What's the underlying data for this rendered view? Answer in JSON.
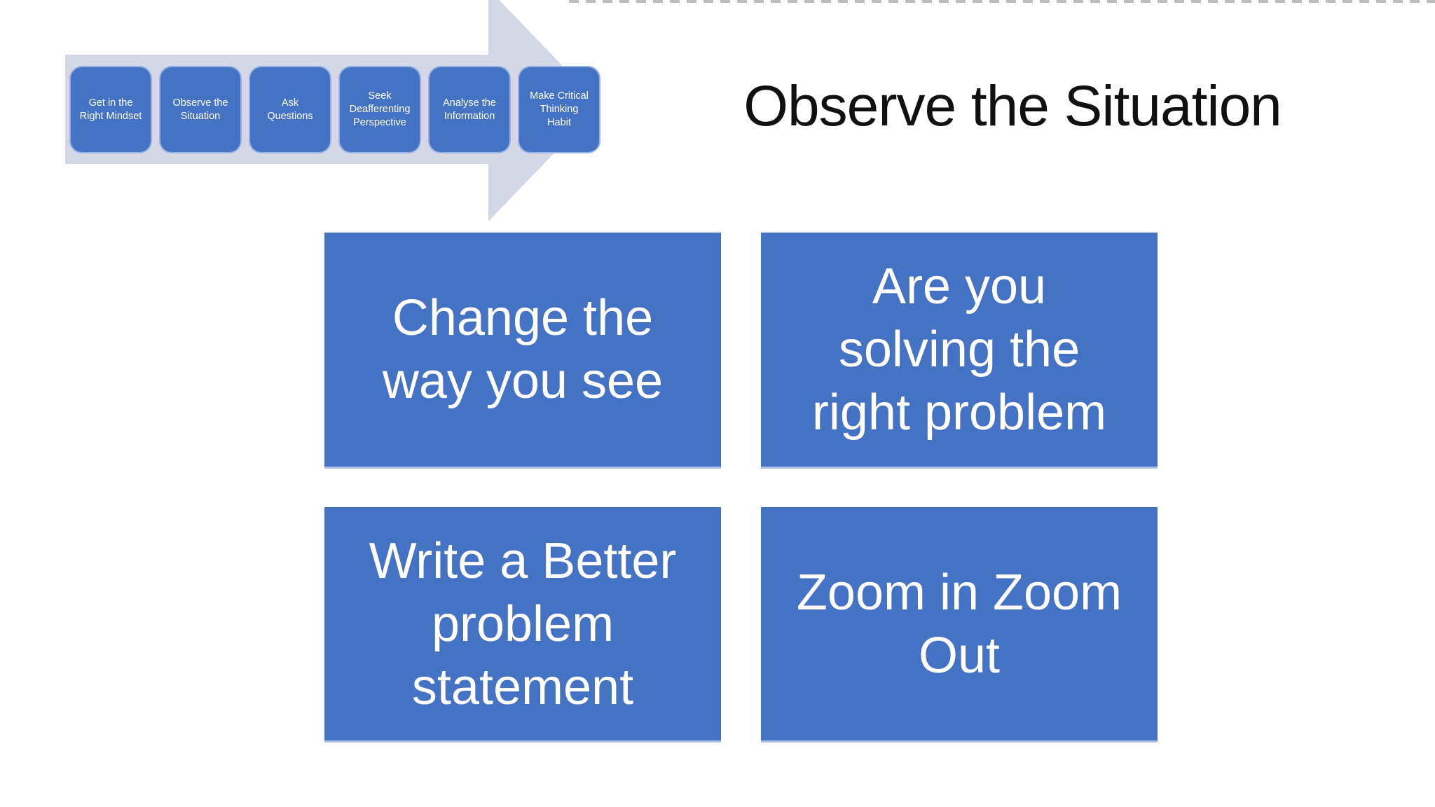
{
  "title": "Observe the Situation",
  "process": {
    "steps": [
      {
        "label": "Get in the Right Mindset",
        "lines": [
          "Get in the",
          "Right Mindset"
        ]
      },
      {
        "label": "Observe the Situation",
        "lines": [
          "Observe the",
          "Situation"
        ]
      },
      {
        "label": "Ask Questions",
        "lines": [
          "Ask",
          "Questions"
        ]
      },
      {
        "label": "Seek Deafferenting Perspective",
        "lines": [
          "Seek",
          "Deafferenting",
          "Perspective"
        ]
      },
      {
        "label": "Analyse the Information",
        "lines": [
          "Analyse the",
          "Information"
        ]
      },
      {
        "label": "Make Critical Thinking Habit",
        "lines": [
          "Make Critical",
          "Thinking",
          "Habit"
        ]
      }
    ]
  },
  "cards": [
    {
      "label": "Change the way you see",
      "lines": [
        "Change the",
        "way you see"
      ]
    },
    {
      "label": "Are you solving the right problem",
      "lines": [
        "Are you",
        "solving the",
        "right problem"
      ]
    },
    {
      "label": "Write a Better problem statement",
      "lines": [
        "Write a Better",
        "problem",
        "statement"
      ]
    },
    {
      "label": "Zoom in Zoom Out",
      "lines": [
        "Zoom in Zoom",
        "Out"
      ]
    }
  ],
  "colors": {
    "accent_blue": "#4472C4",
    "arrow_fill": "#D4D8E6",
    "text_on_blue": "#FFFFFF",
    "title_text": "#111111"
  }
}
